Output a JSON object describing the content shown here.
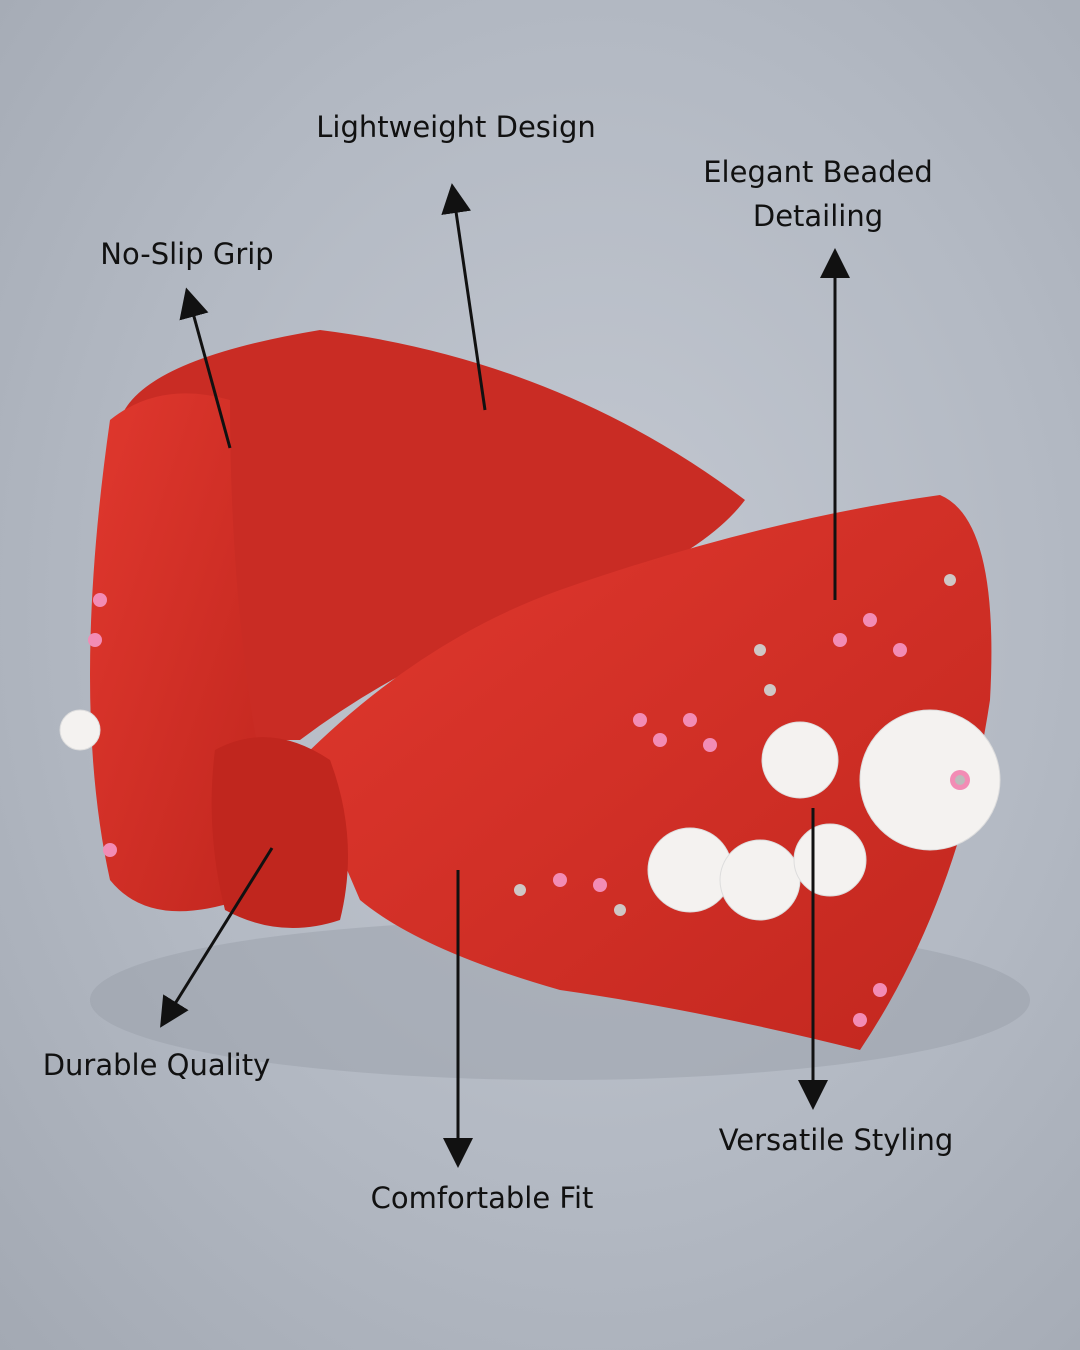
{
  "labels": {
    "lightweight": "Lightweight Design",
    "elegant_line1": "Elegant Beaded",
    "elegant_line2": "Detailing",
    "no_slip": "No-Slip Grip",
    "durable": "Durable Quality",
    "comfortable": "Comfortable Fit",
    "versatile": "Versatile Styling"
  },
  "colors": {
    "fabric": "#d9322a",
    "fabric_shadow": "#b8241d",
    "bead_pink": "#f28cb5",
    "flower_white": "#f4f2f0",
    "text": "#111111"
  }
}
